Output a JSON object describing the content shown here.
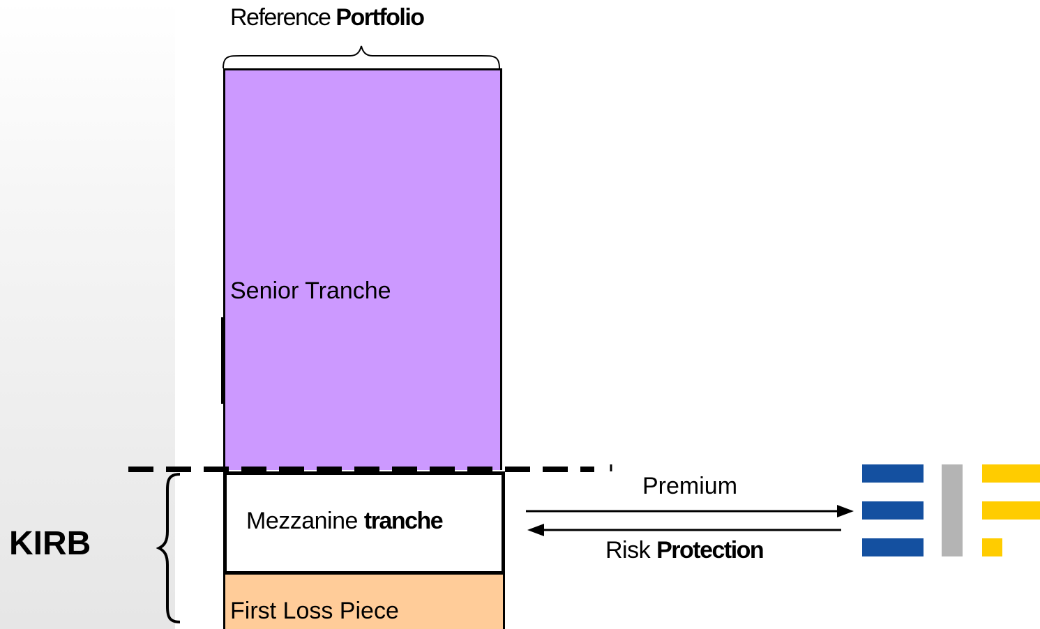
{
  "title": {
    "normal": "Reference ",
    "bold": "Portfolio"
  },
  "tranches": {
    "senior": "Senior Tranche",
    "mezzanine": {
      "normal": "Mezzanine ",
      "bold": "tranche"
    },
    "first_loss": "First Loss Piece"
  },
  "kirb": "KIRB",
  "flows": {
    "premium": "Premium",
    "risk_protection": {
      "normal": "Risk ",
      "bold": "Protection"
    }
  },
  "colors": {
    "senior": "#cc99ff",
    "first_loss": "#ffcc99",
    "logo_blue": "#1450a0",
    "logo_gray": "#b4b4b4",
    "logo_yellow": "#ffcc00"
  },
  "logo": {
    "name": "eif-logo"
  }
}
